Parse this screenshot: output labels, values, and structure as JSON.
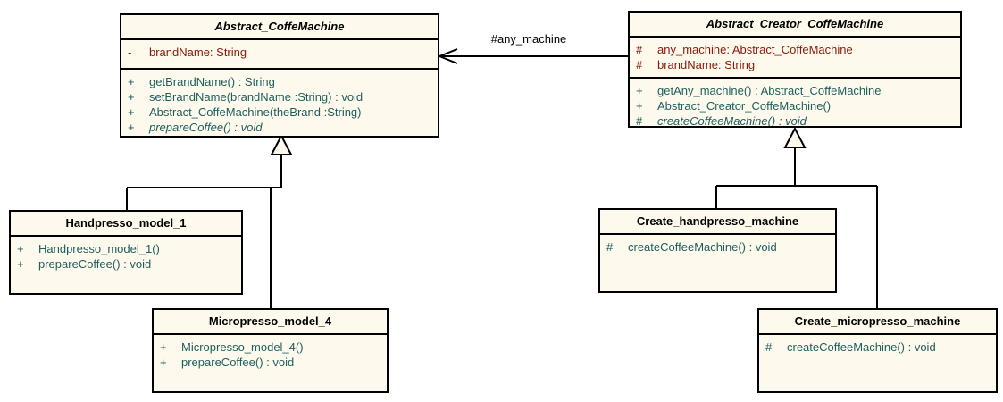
{
  "colors": {
    "box_fill": "#FDF9EC",
    "border": "#000000",
    "attribute_text": "#8B1A0A",
    "method_text": "#1E5F5F",
    "title_text": "#000000"
  },
  "association": {
    "label": "#any_machine"
  },
  "classes": [
    {
      "name": "Abstract_CoffeMachine",
      "abstract": true,
      "attributes": [
        {
          "vis": "-",
          "text": "brandName: String"
        }
      ],
      "methods": [
        {
          "vis": "+",
          "text": "getBrandName() : String"
        },
        {
          "vis": "+",
          "text": "setBrandName(brandName :String) : void"
        },
        {
          "vis": "+",
          "text": "Abstract_CoffeMachine(theBrand :String)"
        },
        {
          "vis": "+",
          "text": "prepareCoffee() : void",
          "italic": true
        }
      ]
    },
    {
      "name": "Abstract_Creator_CoffeMachine",
      "abstract": true,
      "attributes": [
        {
          "vis": "#",
          "text": "any_machine: Abstract_CoffeMachine"
        },
        {
          "vis": "#",
          "text": "brandName: String"
        }
      ],
      "methods": [
        {
          "vis": "+",
          "text": "getAny_machine() : Abstract_CoffeMachine"
        },
        {
          "vis": "+",
          "text": "Abstract_Creator_CoffeMachine()"
        },
        {
          "vis": "#",
          "text": "createCoffeeMachine() : void",
          "italic": true
        }
      ]
    },
    {
      "name": "Handpresso_model_1",
      "abstract": false,
      "attributes": [],
      "methods": [
        {
          "vis": "+",
          "text": "Handpresso_model_1()"
        },
        {
          "vis": "+",
          "text": "prepareCoffee() : void"
        }
      ]
    },
    {
      "name": "Micropresso_model_4",
      "abstract": false,
      "attributes": [],
      "methods": [
        {
          "vis": "+",
          "text": "Micropresso_model_4()"
        },
        {
          "vis": "+",
          "text": "prepareCoffee() : void"
        }
      ]
    },
    {
      "name": "Create_handpresso_machine",
      "abstract": false,
      "attributes": [],
      "methods": [
        {
          "vis": "#",
          "text": "createCoffeeMachine() : void"
        }
      ]
    },
    {
      "name": "Create_micropresso_machine",
      "abstract": false,
      "attributes": [],
      "methods": [
        {
          "vis": "#",
          "text": "createCoffeeMachine() : void"
        }
      ]
    }
  ]
}
